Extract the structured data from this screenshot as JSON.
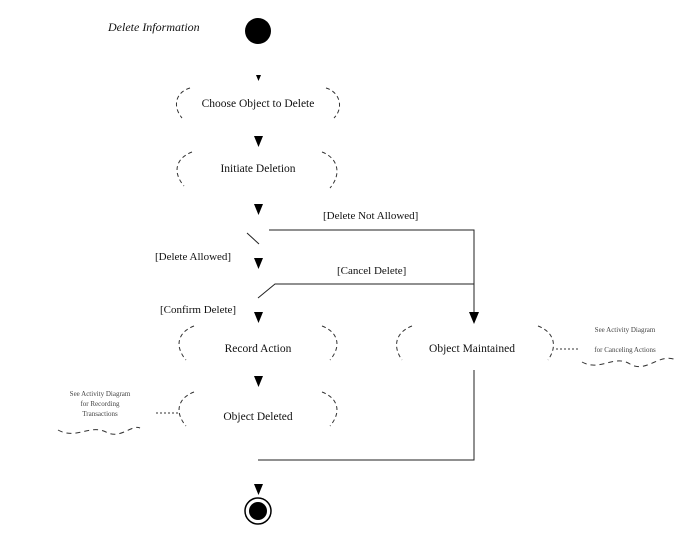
{
  "diagram": {
    "title": "Delete Information",
    "activities": {
      "choose": "Choose Object to Delete",
      "initiate": "Initiate Deletion",
      "record": "Record Action",
      "deleted": "Object Deleted",
      "maintained": "Object Maintained"
    },
    "guards": {
      "not_allowed": "[Delete Not Allowed]",
      "allowed": "[Delete Allowed]",
      "cancel": "[Cancel Delete]",
      "confirm": "[Confirm Delete]"
    },
    "notes": {
      "canceling": [
        "See Activity Diagram",
        "for Canceling Actions"
      ],
      "recording": [
        "See Activity Diagram",
        "for Recording",
        "Transactions"
      ]
    }
  }
}
